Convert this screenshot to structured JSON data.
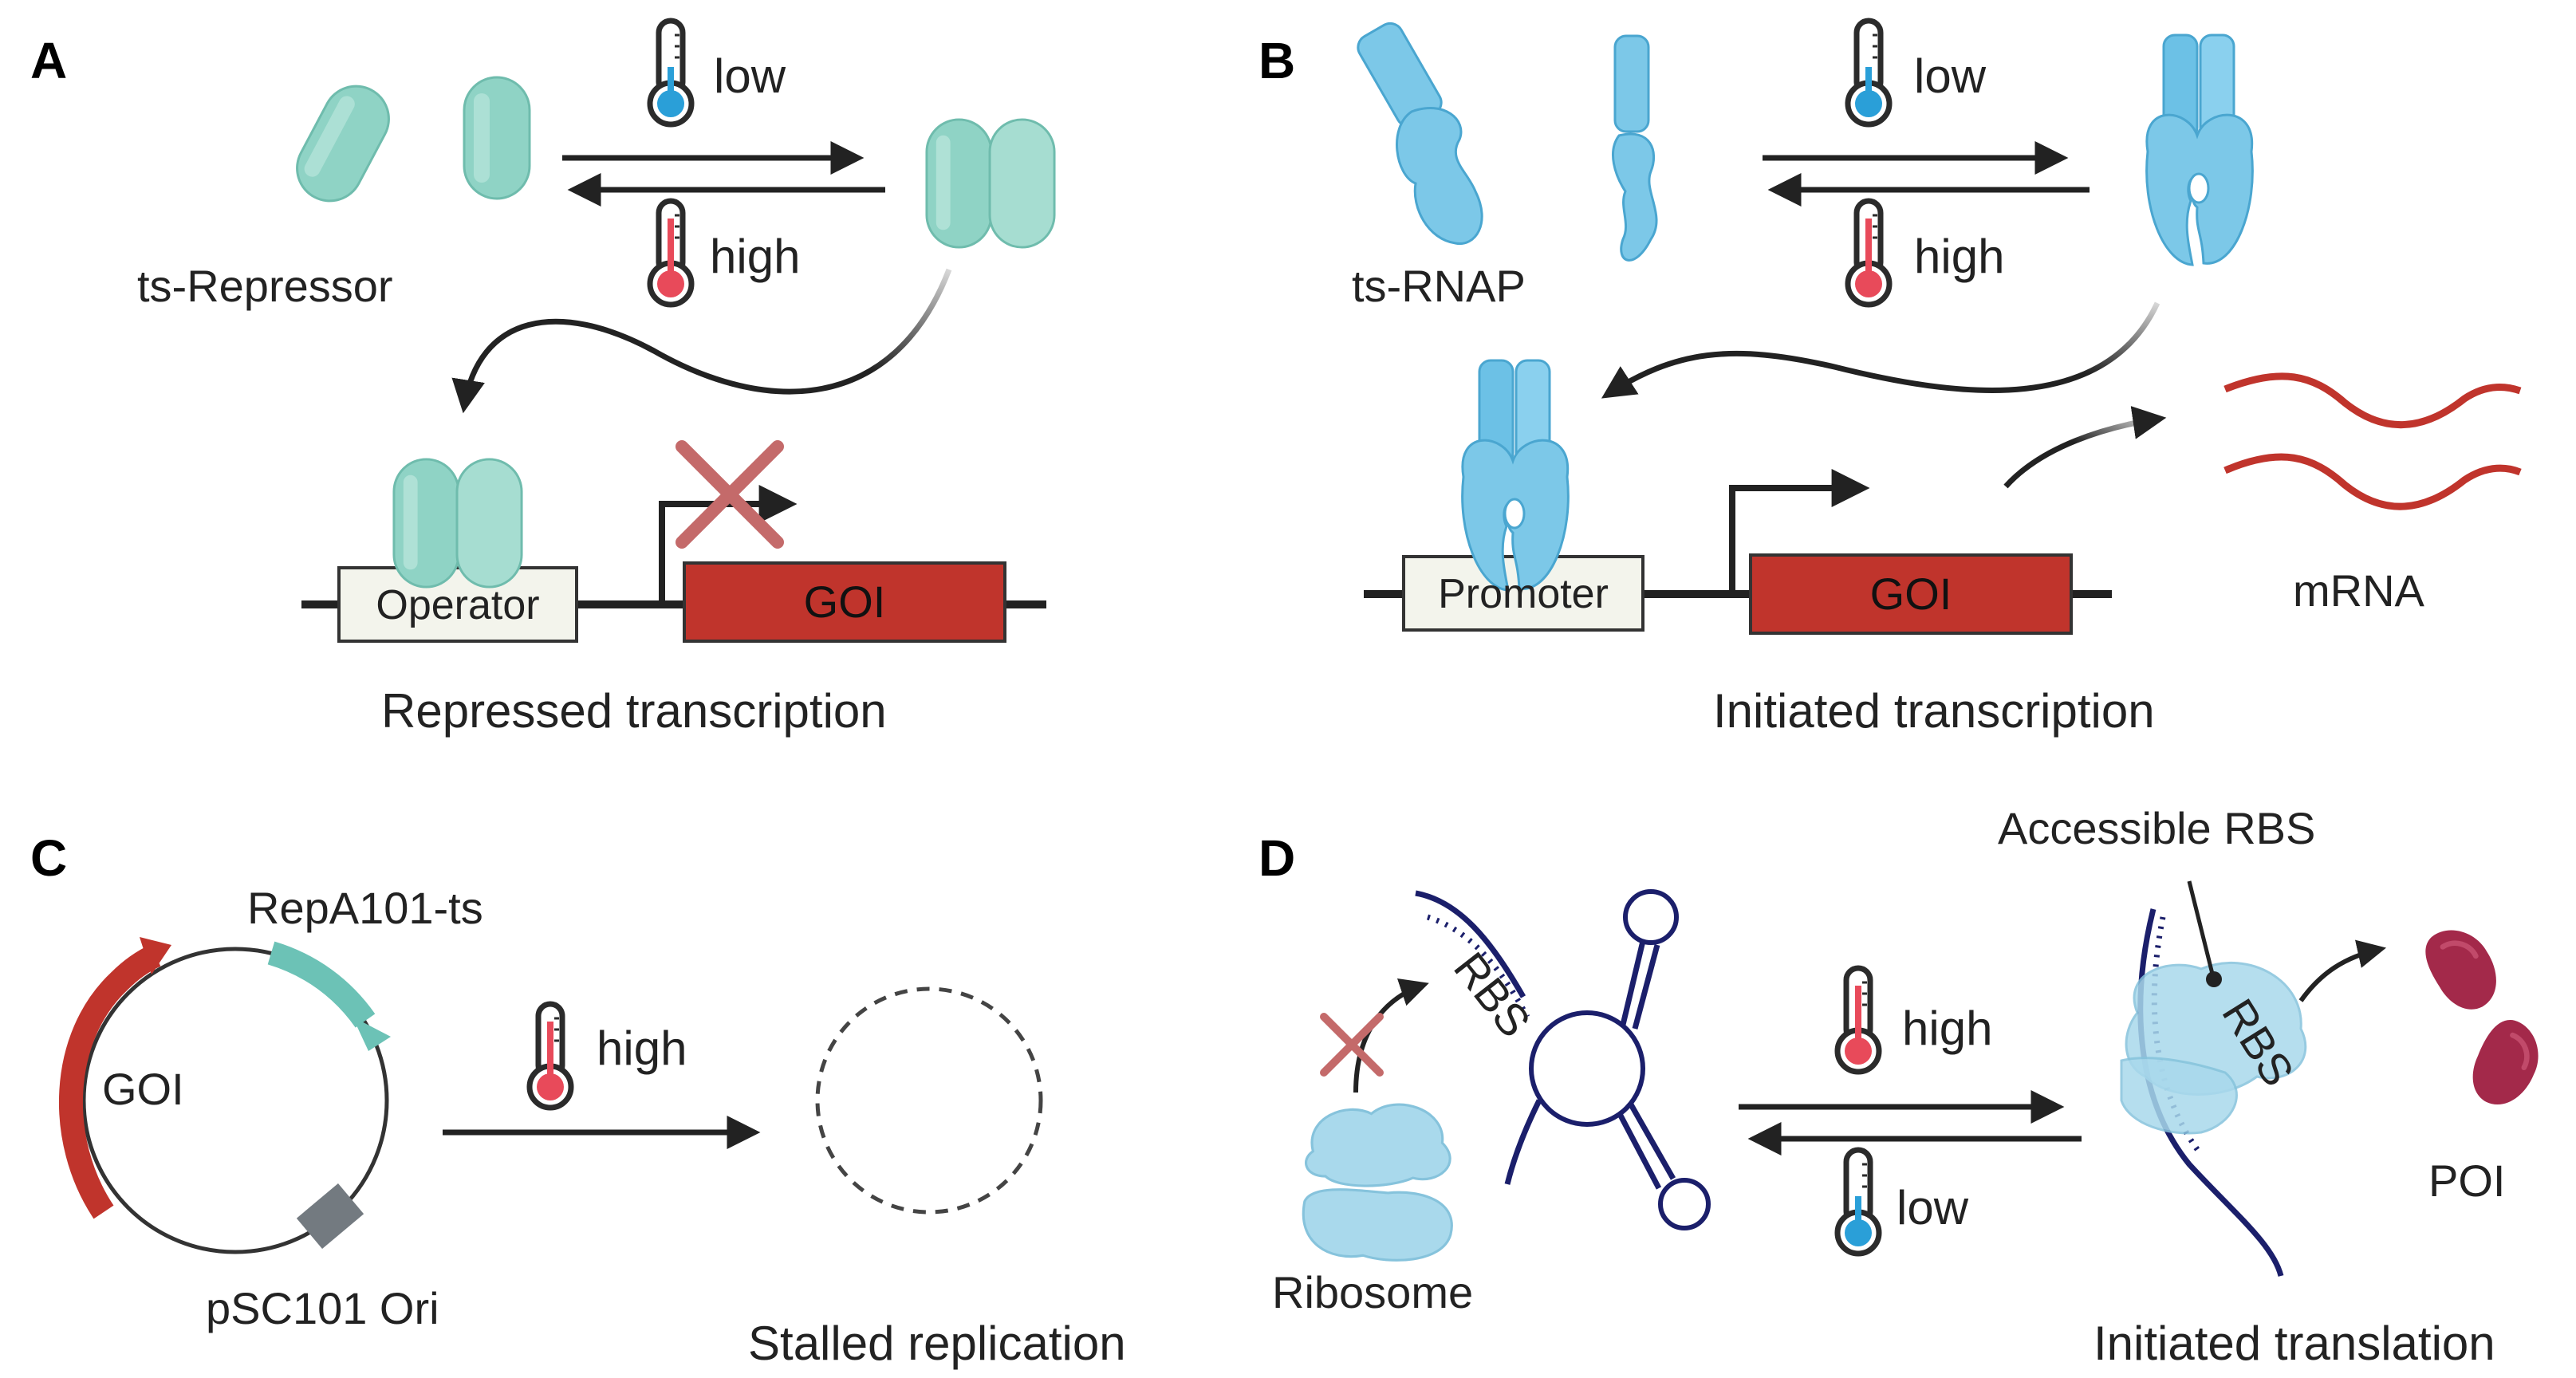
{
  "panels": {
    "a": {
      "letter": "A",
      "molecule_label": "ts-Repressor",
      "temp_forward": "low",
      "temp_reverse": "high",
      "operator_label": "Operator",
      "gene_label": "GOI",
      "caption": "Repressed transcription"
    },
    "b": {
      "letter": "B",
      "molecule_label": "ts-RNAP",
      "temp_forward": "low",
      "temp_reverse": "high",
      "promoter_label": "Promoter",
      "gene_label": "GOI",
      "product_label": "mRNA",
      "caption": "Initiated transcription"
    },
    "c": {
      "letter": "C",
      "gene_label": "GOI",
      "rep_label": "RepA101-ts",
      "ori_label": "pSC101 Ori",
      "temp": "high",
      "caption": "Stalled replication"
    },
    "d": {
      "letter": "D",
      "rbs_label": "RBS",
      "rbs_label_2": "RBS",
      "ribosome_label": "Ribosome",
      "temp_forward": "high",
      "temp_reverse": "low",
      "accessible_label": "Accessible RBS",
      "product_label": "POI",
      "caption": "Initiated translation"
    }
  },
  "colors": {
    "repressor": "#8fd3c5",
    "rnap": "#7cc8e8",
    "gene": "#c0342c",
    "thermo_low": "#2a9fd8",
    "thermo_high": "#e84a5a",
    "rna": "#1b1f6b",
    "poi": "#a3294a",
    "ribosome": "#a9d9ec"
  }
}
